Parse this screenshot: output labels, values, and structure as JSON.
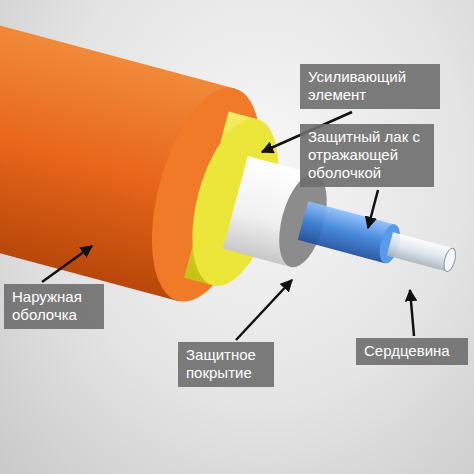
{
  "diagram": {
    "nodes": [
      {
        "text": [
          "Усиливающий элемент"
        ]
      },
      {
        "text": [
          "Защитный лак с отражающей оболочкой"
        ]
      },
      {
        "text": [
          "Наружная оболочка"
        ]
      },
      {
        "text": [
          "Защитное покрытие"
        ]
      },
      {
        "text": [
          "Сердцевина"
        ]
      }
    ]
  }
}
